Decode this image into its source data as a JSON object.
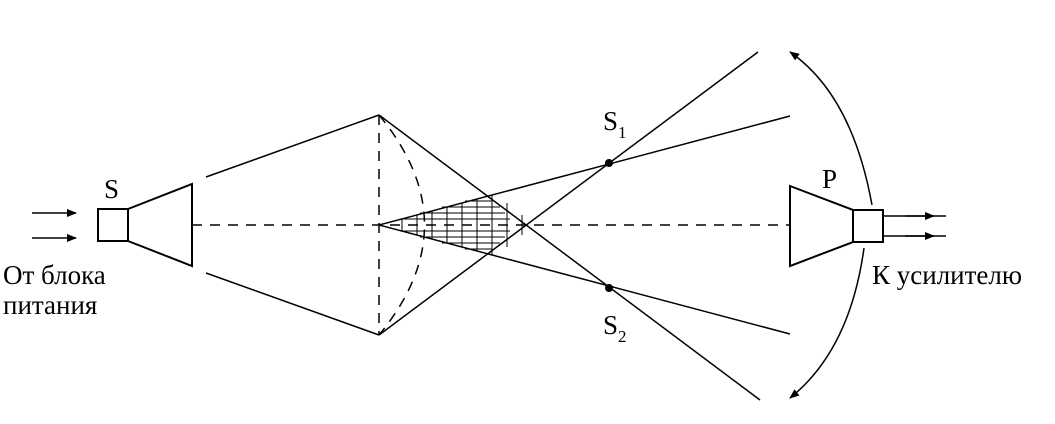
{
  "labels": {
    "source": "S",
    "receiver": "P",
    "s1_main": "S",
    "s1_sub": "1",
    "s2_main": "S",
    "s2_sub": "2",
    "power_line1": "От блока",
    "power_line2": "питания",
    "amplifier": "К усилителю"
  }
}
